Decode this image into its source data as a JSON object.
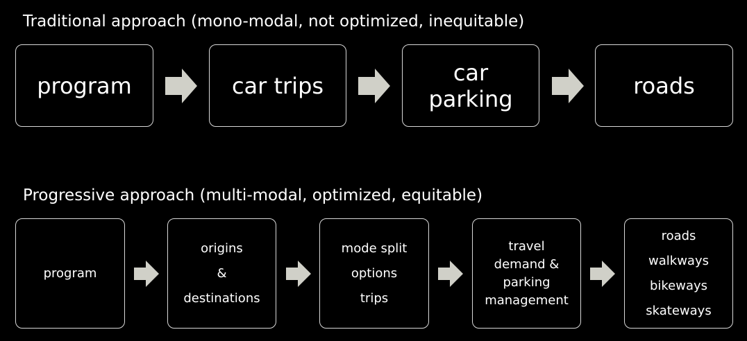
{
  "traditional": {
    "title": "Traditional approach (mono-modal, not optimized, inequitable)",
    "steps": [
      {
        "lines": [
          "program"
        ]
      },
      {
        "lines": [
          "car trips"
        ]
      },
      {
        "lines": [
          "car",
          "parking"
        ]
      },
      {
        "lines": [
          "roads"
        ]
      }
    ]
  },
  "progressive": {
    "title": "Progressive approach (multi-modal, optimized, equitable)",
    "steps": [
      {
        "lines": [
          "program"
        ]
      },
      {
        "lines": [
          "origins",
          "&",
          "destinations"
        ]
      },
      {
        "lines": [
          "mode split",
          "options",
          "trips"
        ]
      },
      {
        "lines": [
          "travel",
          "demand &",
          "parking",
          "management"
        ]
      },
      {
        "lines": [
          "roads",
          "walkways",
          "bikeways",
          "skateways"
        ]
      }
    ]
  },
  "colors": {
    "background": "#000000",
    "box_border": "#d9d9d9",
    "text": "#ffffff",
    "arrow": "#d0d0c8"
  },
  "icons": {
    "arrow": "right-arrow-icon"
  }
}
